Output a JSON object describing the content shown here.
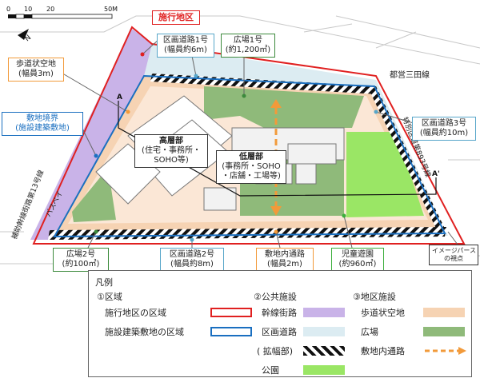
{
  "scale": {
    "ticks": [
      "0",
      "10",
      "20",
      "50M"
    ]
  },
  "north_icon": "north-arrow-icon",
  "colors": {
    "boundary": "#e02020",
    "site": "#1a6fc0",
    "arterial": "#c9b3e8",
    "district_road": "#dcecf2",
    "sidewalk": "#f6d3b3",
    "plaza": "#8fba7a",
    "park": "#9ae665",
    "path": "#f29a3a"
  },
  "callouts": {
    "shikochiku": "施行地区",
    "hodo_line1": "歩道状空地",
    "hodo_line2": "(幅員3m)",
    "shikichi_line1": "敷地境界",
    "shikichi_line2": "(施設建築敷地)",
    "road1_line1": "区画道路1号",
    "road1_line2": "(幅員約6m)",
    "plaza1_line1": "広場1号",
    "plaza1_line2": "(約1,200㎡)",
    "road3_line1": "区画道路3号",
    "road3_line2": "(幅員約10m)",
    "high_line1": "高層部",
    "high_line2": "(住宅・事務所・",
    "high_line3": "SOHO等)",
    "low_line1": "低層部",
    "low_line2": "(事務所・SOHO",
    "low_line3": "・店舗・工場等)",
    "plaza2_line1": "広場2号",
    "plaza2_line2": "(約100㎡)",
    "road2_line1": "区画道路2号",
    "road2_line2": "(幅員約8m)",
    "path_line1": "敷地内通路",
    "path_line2": "(幅員2m)",
    "park_line1": "児童遊園",
    "park_line2": "(約960㎡)",
    "perspective_line1": "イメージパース",
    "perspective_line2": "の視点"
  },
  "road_labels": {
    "mita_line": "都営三田線",
    "hojo13": "補助幹線街路第13号線",
    "tokubetsu": "特別区道第893号線",
    "bus_way": "バスベイ",
    "section_a": "A",
    "section_a2": "A'"
  },
  "legend": {
    "title": "凡例",
    "sec1": "①区域",
    "sec2": "②公共施設",
    "sec3": "③地区施設",
    "area_shiko": "施行地区の区域",
    "area_shikichi": "施設建築敷地の区域",
    "kansen": "幹線街路",
    "kukaku": "区画道路",
    "kakufuku": "( 拡幅部)",
    "koen": "公園",
    "hodo": "歩道状空地",
    "hiroba": "広場",
    "tsuro": "敷地内通路"
  }
}
